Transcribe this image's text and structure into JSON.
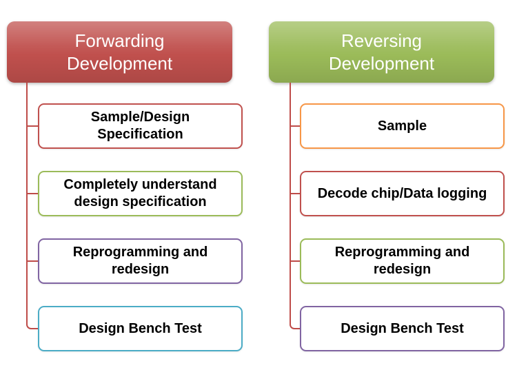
{
  "colors": {
    "connector": "#BE4B48",
    "accent_red": "#C0504D",
    "accent_green": "#9BBB59",
    "accent_purple": "#8064A2",
    "accent_cyan": "#4BACC6",
    "accent_orange": "#F79646",
    "box_fill": "#FFFFFF",
    "header_text": "#FFFFFF",
    "step_text": "#000000"
  },
  "columns": [
    {
      "header": {
        "label": "Forwarding Development",
        "fill": "#C0504D"
      },
      "items": [
        {
          "label": "Sample/Design Specification",
          "border_color": "#C0504D"
        },
        {
          "label": "Completely understand design specification",
          "border_color": "#9BBB59"
        },
        {
          "label": "Reprogramming and redesign",
          "border_color": "#8064A2"
        },
        {
          "label": "Design Bench Test",
          "border_color": "#4BACC6"
        }
      ]
    },
    {
      "header": {
        "label": "Reversing Development",
        "fill": "#9BBB59"
      },
      "items": [
        {
          "label": "Sample",
          "border_color": "#F79646"
        },
        {
          "label": "Decode chip/Data logging",
          "border_color": "#C0504D"
        },
        {
          "label": "Reprogramming and redesign",
          "border_color": "#9BBB59"
        },
        {
          "label": "Design Bench Test",
          "border_color": "#8064A2"
        }
      ]
    }
  ]
}
